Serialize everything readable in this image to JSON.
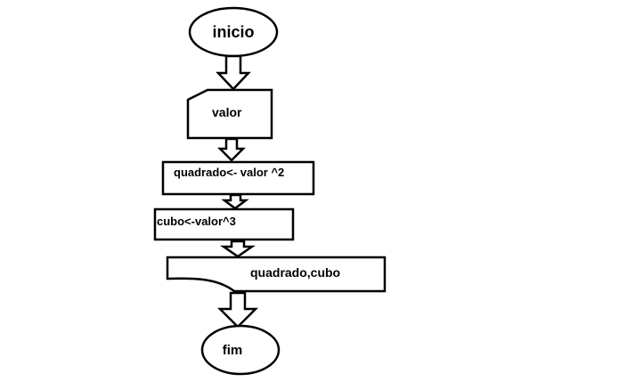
{
  "diagram": {
    "type": "flowchart",
    "nodes": [
      {
        "id": "start",
        "shape": "terminator",
        "label": "inicio"
      },
      {
        "id": "input",
        "shape": "manual-input",
        "label": "valor"
      },
      {
        "id": "square",
        "shape": "process",
        "label": "quadrado<- valor ^2"
      },
      {
        "id": "cube",
        "shape": "process",
        "label": "cubo<-valor^3"
      },
      {
        "id": "output",
        "shape": "display",
        "label": "quadrado,cubo"
      },
      {
        "id": "end",
        "shape": "terminator",
        "label": "fim"
      }
    ],
    "edges": [
      {
        "from": "start",
        "to": "input"
      },
      {
        "from": "input",
        "to": "square"
      },
      {
        "from": "square",
        "to": "cube"
      },
      {
        "from": "cube",
        "to": "output"
      },
      {
        "from": "output",
        "to": "end"
      }
    ],
    "colors": {
      "stroke": "#000000",
      "fill": "#ffffff",
      "text": "#000000"
    }
  }
}
